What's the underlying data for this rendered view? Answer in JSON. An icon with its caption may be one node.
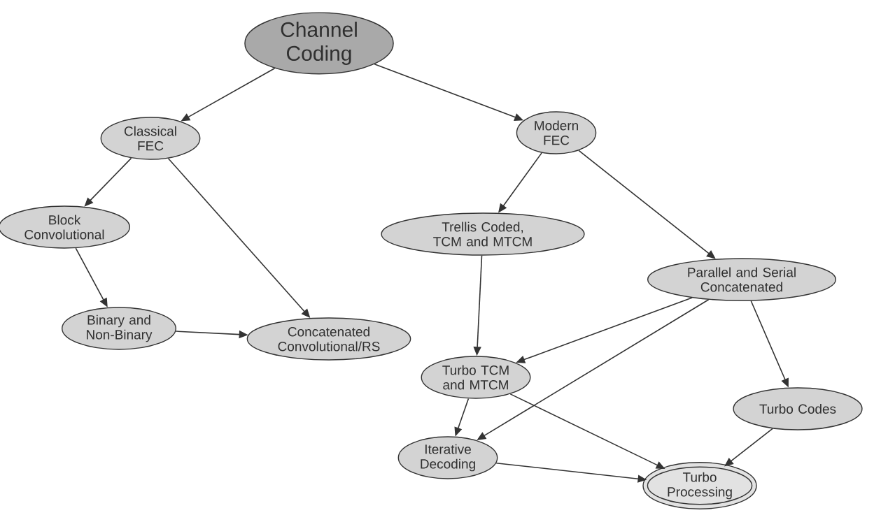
{
  "diagram": {
    "nodes": [
      {
        "text": [
          "Channel Coding"
        ]
      },
      {
        "text": [
          "Classical FEC"
        ]
      },
      {
        "text": [
          "Modern FEC"
        ]
      },
      {
        "text": [
          "Block Convolutional"
        ]
      },
      {
        "text": [
          "Trellis Coded, TCM and MTCM"
        ]
      },
      {
        "text": [
          "Parallel and Serial Concatenated"
        ]
      },
      {
        "text": [
          "Binary and Non-Binary"
        ]
      },
      {
        "text": [
          "Concatenated Convolutional/RS"
        ]
      },
      {
        "text": [
          "Turbo TCM and MTCM"
        ]
      },
      {
        "text": [
          "Turbo Codes"
        ]
      },
      {
        "text": [
          "Iterative Decoding"
        ]
      },
      {
        "text": [
          "Turbo Processing"
        ]
      }
    ],
    "edges": [
      {
        "from": 0,
        "to": 1,
        "arrow": "to"
      },
      {
        "from": 0,
        "to": 2,
        "arrow": "to"
      },
      {
        "from": 1,
        "to": 3,
        "arrow": "to"
      },
      {
        "from": 1,
        "to": 7,
        "arrow": "to"
      },
      {
        "from": 2,
        "to": 4,
        "arrow": "to"
      },
      {
        "from": 2,
        "to": 5,
        "arrow": "to"
      },
      {
        "from": 3,
        "to": 6,
        "arrow": "to"
      },
      {
        "from": 6,
        "to": 7,
        "arrow": "to"
      },
      {
        "from": 4,
        "to": 8,
        "arrow": "to"
      },
      {
        "from": 5,
        "to": 8,
        "arrow": "to"
      },
      {
        "from": 5,
        "to": 9,
        "arrow": "to"
      },
      {
        "from": 5,
        "to": 10,
        "arrow": "to"
      },
      {
        "from": 8,
        "to": 10,
        "arrow": "to"
      },
      {
        "from": 8,
        "to": 11,
        "arrow": "to"
      },
      {
        "from": 9,
        "to": 11,
        "arrow": "to"
      },
      {
        "from": 10,
        "to": 11,
        "arrow": "to"
      }
    ]
  }
}
